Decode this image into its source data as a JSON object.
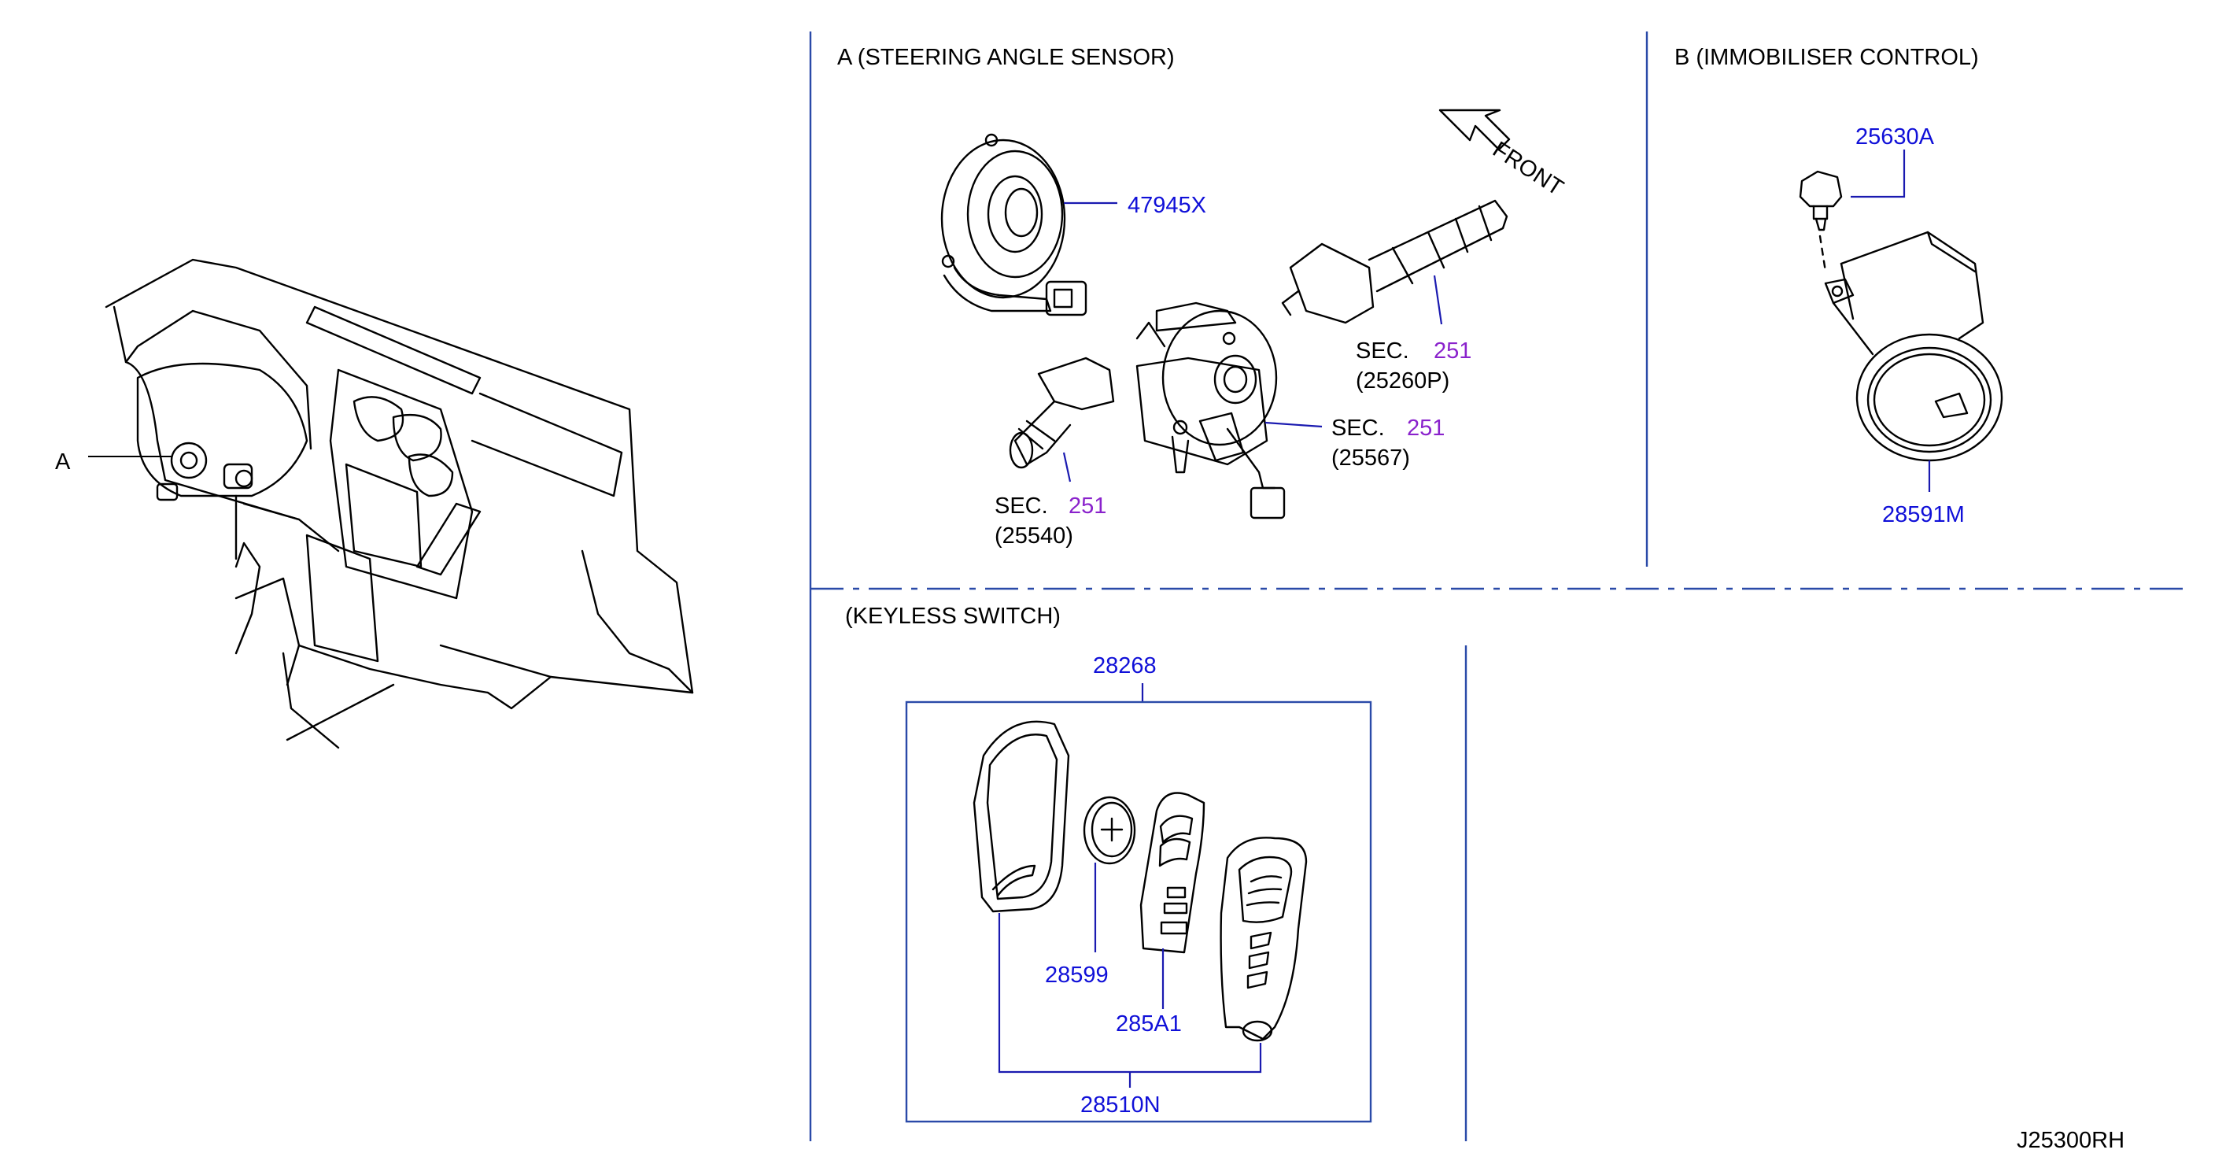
{
  "sections": {
    "a_title": "A  (STEERING   ANGLE   SENSOR)",
    "b_title": "B  (IMMOBILISER   CONTROL)",
    "c_title": "(KEYLESS  SWITCH)"
  },
  "callouts": {
    "view_a": "A",
    "front": "FRONT"
  },
  "parts": {
    "p47945X": "47945X",
    "p25630A": "25630A",
    "p28591M": "28591M",
    "p28268": "28268",
    "p28599": "28599",
    "p285A1": "285A1",
    "p28510N": "28510N"
  },
  "sec_refs": {
    "s1_prefix": "SEC.",
    "s1_num": "251",
    "s1_part": "(25260P)",
    "s2_prefix": "SEC.",
    "s2_num": "251",
    "s2_part": "(25567)",
    "s3_prefix": "SEC.",
    "s3_num": "251",
    "s3_part": "(25540)"
  },
  "diagram_id": "J25300RH",
  "colors": {
    "part_number": "#1010d8",
    "section_ref": "#8a22cc",
    "frame": "#2a4aa8"
  }
}
